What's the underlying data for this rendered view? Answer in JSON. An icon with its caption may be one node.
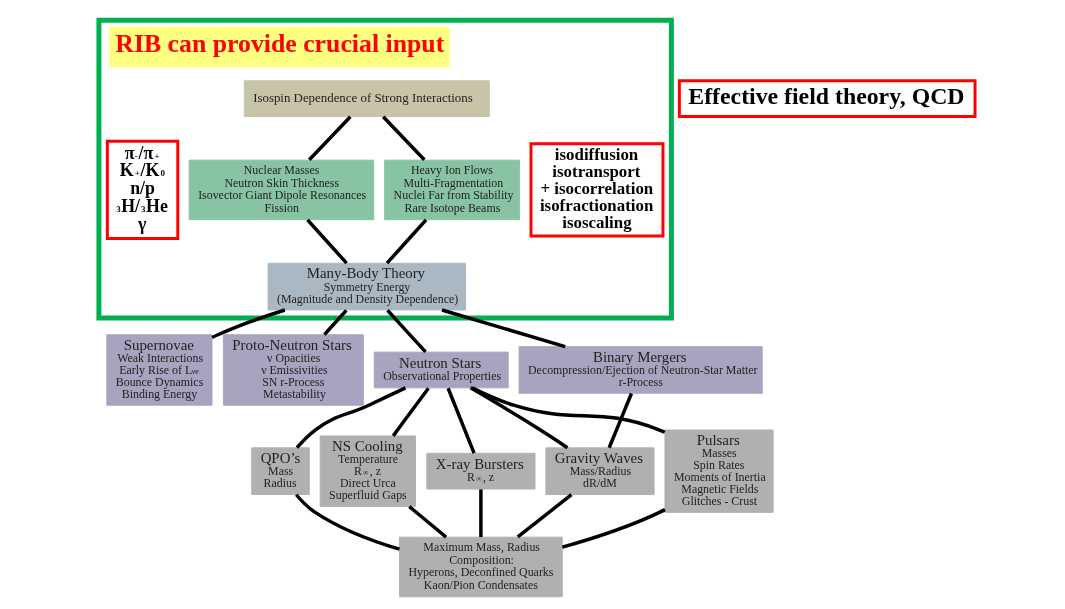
{
  "diagram": {
    "nodes": [
      {
        "text": [
          "RIB can provide crucial input"
        ]
      },
      {
        "text": [
          "Effective field theory, QCD"
        ]
      },
      {
        "text": [
          "π$^{-}$/π$^{+}$",
          "K$^{+}$/K$^{0}$",
          "n/p",
          "$^{3}$H/$^{3}$He",
          "γ"
        ],
        "in": 0
      },
      {
        "text": [
          "Isospin Dependence of Strong Interactions"
        ],
        "in": 0
      },
      {
        "text": [
          "Nuclear Masses",
          "Neutron Skin Thickness",
          "Isovector Giant Dipole Resonances",
          "Fission"
        ],
        "in": 0
      },
      {
        "text": [
          "Heavy Ion Flows",
          "Multi-Fragmentation",
          "Nuclei Far from Stability",
          "Rare Isotope Beams"
        ],
        "in": 0
      },
      {
        "text": [
          "isodiffusion",
          "isotransport",
          "+ isocorrelation",
          "isofractionation",
          "isoscaling"
        ],
        "in": 0
      },
      {
        "text": [
          "Many-Body Theory",
          "Symmetry Energy",
          "(Magnitude and Density Dependence)"
        ],
        "in": 0
      },
      {
        "text": [
          "Supernovae",
          "Weak Interactions",
          "Early Rise of L$_{νe}$",
          "Bounce Dynamics",
          "Binding Energy"
        ]
      },
      {
        "text": [
          "Proto-Neutron Stars",
          "ν Opacities",
          "ν Emissivities",
          "SN r-Process",
          "Metastability"
        ]
      },
      {
        "text": [
          "Neutron Stars",
          "Observational Properties"
        ]
      },
      {
        "text": [
          "Binary Mergers",
          "Decompression/Ejection of Neutron-Star Matter",
          "r-Process"
        ]
      },
      {
        "text": [
          "QPO’s",
          "Mass",
          "Radius"
        ]
      },
      {
        "text": [
          "NS Cooling",
          "Temperature",
          "R$_{∞}$, z",
          "Direct Urca",
          "Superfluid Gaps"
        ]
      },
      {
        "text": [
          "X-ray Bursters",
          "R$_{∞}$, z"
        ]
      },
      {
        "text": [
          "Gravity Waves",
          "Mass/Radius",
          "dR/dM"
        ]
      },
      {
        "text": [
          "Pulsars",
          "Masses",
          "Spin Rates",
          "Moments of Inertia",
          "Magnetic Fields",
          "Glitches - Crust"
        ]
      },
      {
        "text": [
          "Maximum Mass, Radius",
          "Composition:",
          "Hyperons, Deconfined Quarks",
          "Kaon/Pion Condensates"
        ]
      }
    ],
    "edges": [
      {
        "from": 3,
        "to": 4,
        "arrow": "none"
      },
      {
        "from": 3,
        "to": 5,
        "arrow": "none"
      },
      {
        "from": 4,
        "to": 7,
        "arrow": "none"
      },
      {
        "from": 5,
        "to": 7,
        "arrow": "none"
      },
      {
        "from": 7,
        "to": 8,
        "arrow": "none"
      },
      {
        "from": 7,
        "to": 9,
        "arrow": "none"
      },
      {
        "from": 7,
        "to": 10,
        "arrow": "none"
      },
      {
        "from": 7,
        "to": 11,
        "arrow": "none"
      },
      {
        "from": 10,
        "to": 12,
        "arrow": "none"
      },
      {
        "from": 10,
        "to": 13,
        "arrow": "none"
      },
      {
        "from": 10,
        "to": 14,
        "arrow": "none"
      },
      {
        "from": 10,
        "to": 15,
        "arrow": "none"
      },
      {
        "from": 10,
        "to": 16,
        "arrow": "none"
      },
      {
        "from": 11,
        "to": 15,
        "arrow": "none"
      },
      {
        "from": 14,
        "to": 17,
        "arrow": "none"
      },
      {
        "from": 15,
        "to": 17,
        "arrow": "none"
      },
      {
        "from": 12,
        "to": 17,
        "arrow": "none"
      },
      {
        "from": 13,
        "to": 17,
        "arrow": "none"
      },
      {
        "from": 16,
        "to": 17,
        "arrow": "none"
      }
    ]
  }
}
